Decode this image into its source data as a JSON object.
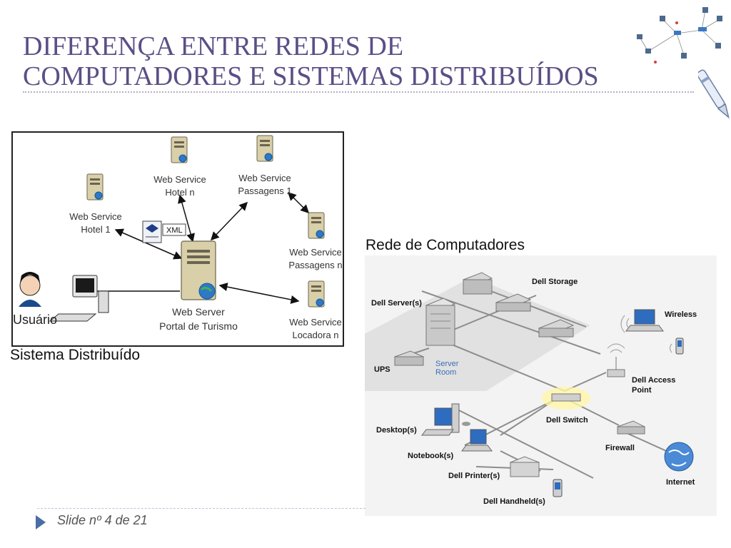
{
  "slide": {
    "title_line1": "DIFERENÇA ENTRE REDES DE",
    "title_line2": "COMPUTADORES E SISTEMAS DISTRIBUÍDOS",
    "caption_left": "Sistema Distribuído",
    "caption_right": "Rede de Computadores",
    "footer": "Slide nº 4 de 21",
    "accent_color": "#5b4f86",
    "footer_arrow_color": "#4a6fa5"
  },
  "distributed": {
    "ws_hotel_n": [
      "Web Service",
      "Hotel n"
    ],
    "ws_passagens_1": [
      "Web Service",
      "Passagens 1"
    ],
    "ws_hotel_1": [
      "Web Service",
      "Hotel 1"
    ],
    "xml": "XML",
    "ws_passagens_n": [
      "Web Service",
      "Passagens n"
    ],
    "usuario": "Usuário",
    "web_server": [
      "Web Server",
      "Portal de Turismo"
    ],
    "ws_locadora_n": [
      "Web Service",
      "Locadora n"
    ]
  },
  "network": {
    "dell_storage": "Dell Storage",
    "dell_servers": "Dell Server(s)",
    "wireless": "Wireless",
    "ups": "UPS",
    "server_room": [
      "Server",
      "Room"
    ],
    "dell_access_point": [
      "Dell Access",
      "Point"
    ],
    "dell_switch": "Dell Switch",
    "desktops": "Desktop(s)",
    "firewall": "Firewall",
    "notebooks": "Notebook(s)",
    "dell_printers": "Dell Printer(s)",
    "internet": "Internet",
    "dell_handhelds": "Dell Handheld(s)"
  }
}
